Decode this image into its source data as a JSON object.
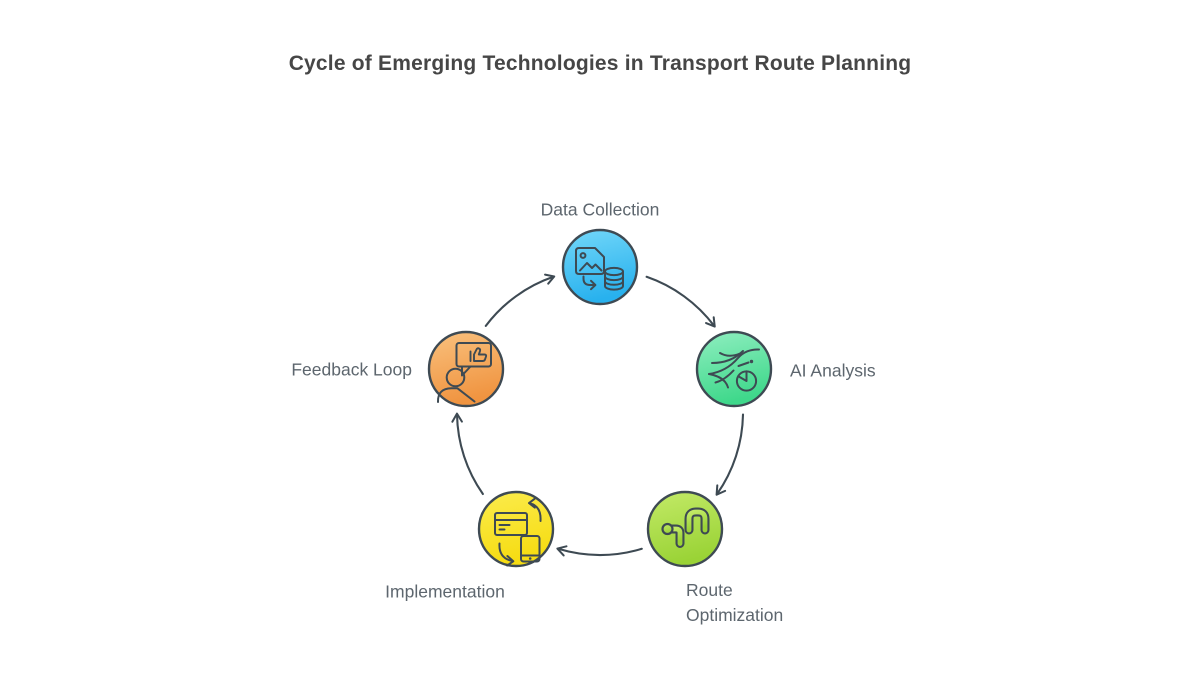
{
  "title": "Cycle of Emerging Technologies in Transport Route Planning",
  "theme": {
    "background": "#ffffff",
    "title_color": "#464646",
    "label_color": "#5d666e",
    "outline_color": "#3e4a53",
    "arrow_color": "#3e4a53"
  },
  "diagram": {
    "type": "cycle",
    "direction": "clockwise",
    "nodes": [
      {
        "id": "data-collection",
        "label": "Data Collection",
        "icon": "image-to-database-icon",
        "label_position": "above",
        "color_top": "#74d8f9",
        "color_bottom": "#28b1ee"
      },
      {
        "id": "ai-analysis",
        "label": "AI Analysis",
        "icon": "data-streams-pie-icon",
        "label_position": "right",
        "color_top": "#8feec0",
        "color_bottom": "#3fd88b"
      },
      {
        "id": "route-optimization",
        "label": "Route Optimization",
        "icon": "route-icon",
        "label_position": "below",
        "color_top": "#c3ea67",
        "color_bottom": "#9ad336"
      },
      {
        "id": "implementation",
        "label": "Implementation",
        "icon": "devices-sync-icon",
        "label_position": "below-left",
        "color_top": "#fbec4d",
        "color_bottom": "#f6dc12"
      },
      {
        "id": "feedback-loop",
        "label": "Feedback Loop",
        "icon": "person-feedback-icon",
        "label_position": "left",
        "color_top": "#f9c17e",
        "color_bottom": "#f09440"
      }
    ],
    "flow": [
      {
        "from": "Data Collection",
        "to": "AI Analysis"
      },
      {
        "from": "AI Analysis",
        "to": "Route Optimization"
      },
      {
        "from": "Route Optimization",
        "to": "Implementation"
      },
      {
        "from": "Implementation",
        "to": "Feedback Loop"
      },
      {
        "from": "Feedback Loop",
        "to": "Data Collection"
      }
    ]
  }
}
